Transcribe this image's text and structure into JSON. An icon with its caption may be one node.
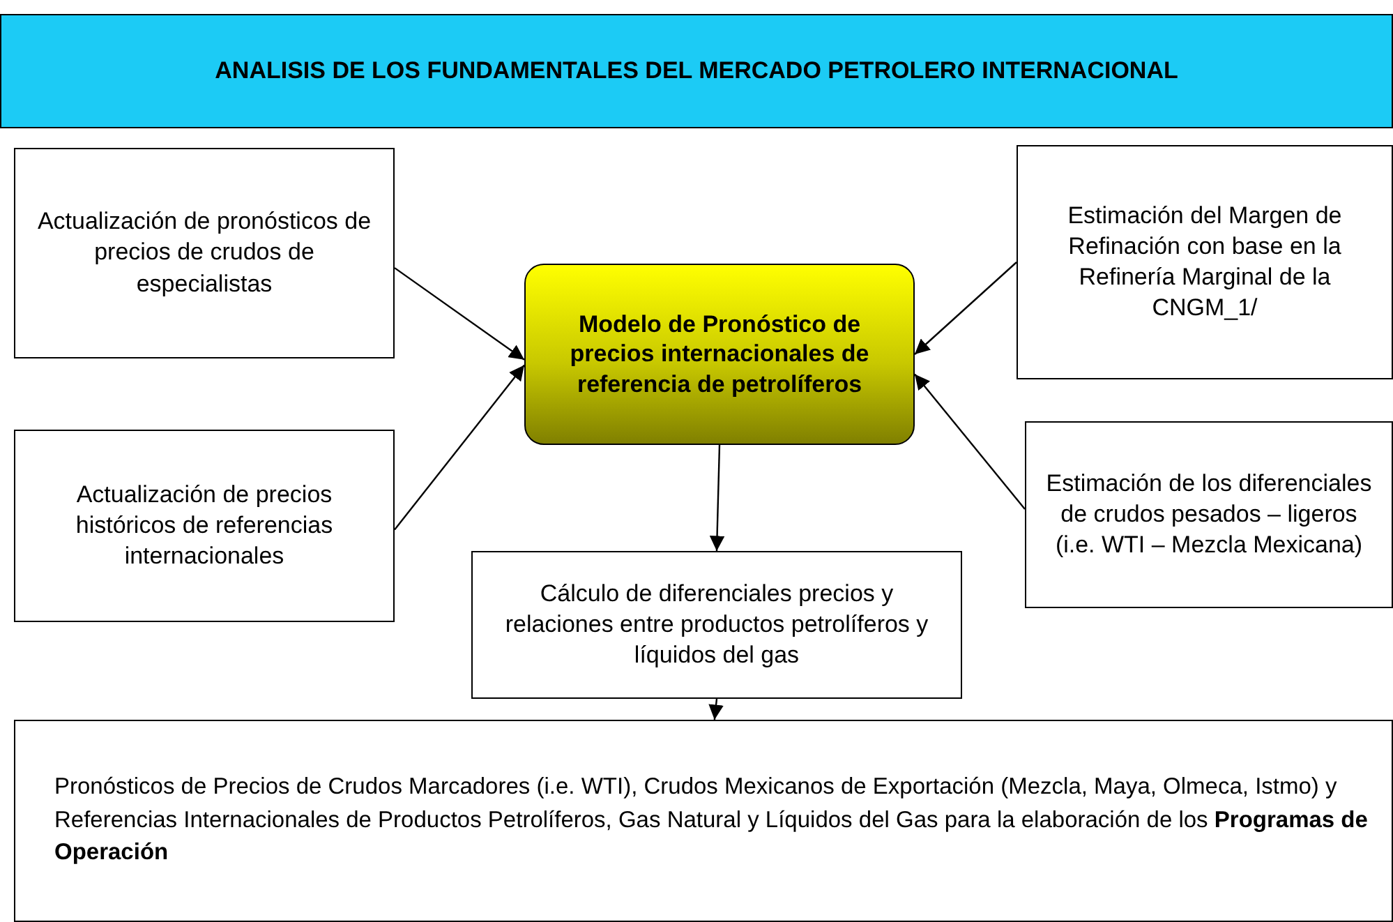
{
  "diagram": {
    "title": "ANALISIS DE LOS FUNDAMENTALES DEL MERCADO PETROLERO INTERNACIONAL",
    "nodes": [
      {
        "text": [
          "Actualización de pronósticos de precios de crudos de especialistas"
        ]
      },
      {
        "text": [
          "Modelo de Pronóstico de precios internacionales de referencia de petrolíferos"
        ]
      },
      {
        "text": [
          "Estimación del Margen de Refinación con base en la Refinería Marginal de la CNGM_1/"
        ]
      },
      {
        "text": [
          "Actualización de precios históricos de referencias internacionales"
        ]
      },
      {
        "text": [
          "Estimación de los diferenciales de crudos pesados – ligeros (i.e. WTI – Mezcla Mexicana)"
        ]
      },
      {
        "text": [
          "Cálculo de diferenciales precios y relaciones entre productos petrolíferos y líquidos del gas"
        ]
      },
      {
        "text": [
          "Pronósticos de Precios de Crudos Marcadores (i.e. WTI), Crudos Mexicanos de Exportación (Mezcla, Maya, Olmeca, Istmo) y Referencias Internacionales de Productos Petrolíferos, Gas Natural y Líquidos del Gas para la elaboración de los **Programas de Operación**"
        ]
      }
    ],
    "edges": [
      {
        "from": 0,
        "to": 1,
        "arrow": "to"
      },
      {
        "from": 3,
        "to": 1,
        "arrow": "to"
      },
      {
        "from": 2,
        "to": 1,
        "arrow": "to"
      },
      {
        "from": 4,
        "to": 1,
        "arrow": "to"
      },
      {
        "from": 1,
        "to": 5,
        "arrow": "to"
      },
      {
        "from": 5,
        "to": 6,
        "arrow": "to"
      }
    ]
  }
}
